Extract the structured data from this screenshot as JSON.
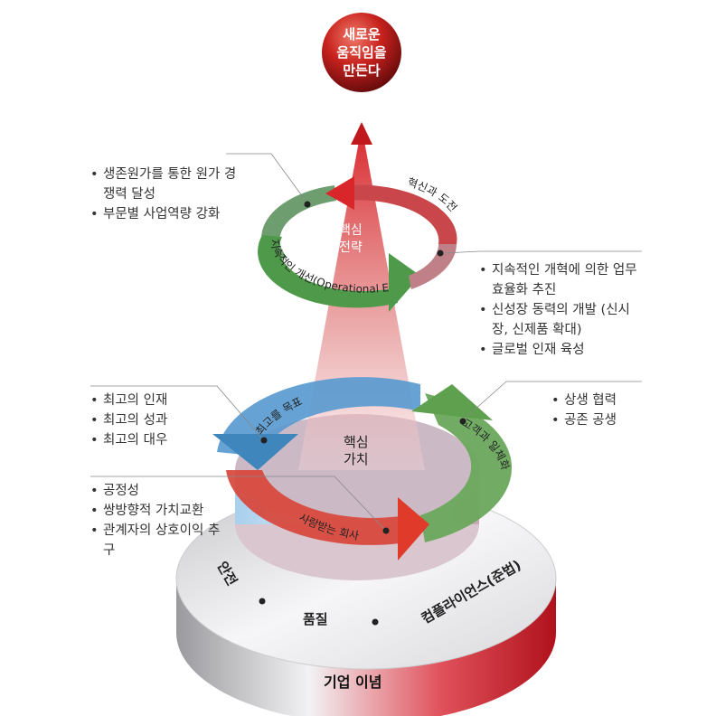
{
  "top_goal": {
    "line1": "새로운",
    "line2": "움직임을",
    "line3": "만든다"
  },
  "core_strategy": {
    "center_line1": "핵심",
    "center_line2": "전략",
    "ring_green": "지속적인 개선(Operational Exellence)",
    "ring_red": "혁신과 도전"
  },
  "strategy_notes_left": [
    "생존원가를 통한 원가 경쟁력 달성",
    "부문별 사업역량 강화"
  ],
  "strategy_notes_right": [
    "지속적인 개혁에 의한 업무효율화 추진",
    "신성장 동력의 개발 (신시장, 신제품 확대)",
    "글로벌 인재 육성"
  ],
  "core_values": {
    "center_line1": "핵심",
    "center_line2": "가치",
    "ring_blue": "최고를 목표",
    "ring_green": "고객과 일체화",
    "ring_red": "사랑받는 회사"
  },
  "values_notes_blue": [
    "최고의 인재",
    "최고의 성과",
    "최고의 대우"
  ],
  "values_notes_red": [
    "공정성",
    "쌍방향적 가치교환",
    "관계자의 상호이익 추구"
  ],
  "values_notes_green": [
    "상생 협력",
    "공존 공생"
  ],
  "corporate_philosophy": {
    "items": [
      "안전",
      "품질",
      "컴플라이언스(준법)"
    ],
    "label": "기업 이념"
  },
  "colors": {
    "red": "#d8262b",
    "green": "#5a9a4e",
    "blue": "#3f86bd"
  }
}
